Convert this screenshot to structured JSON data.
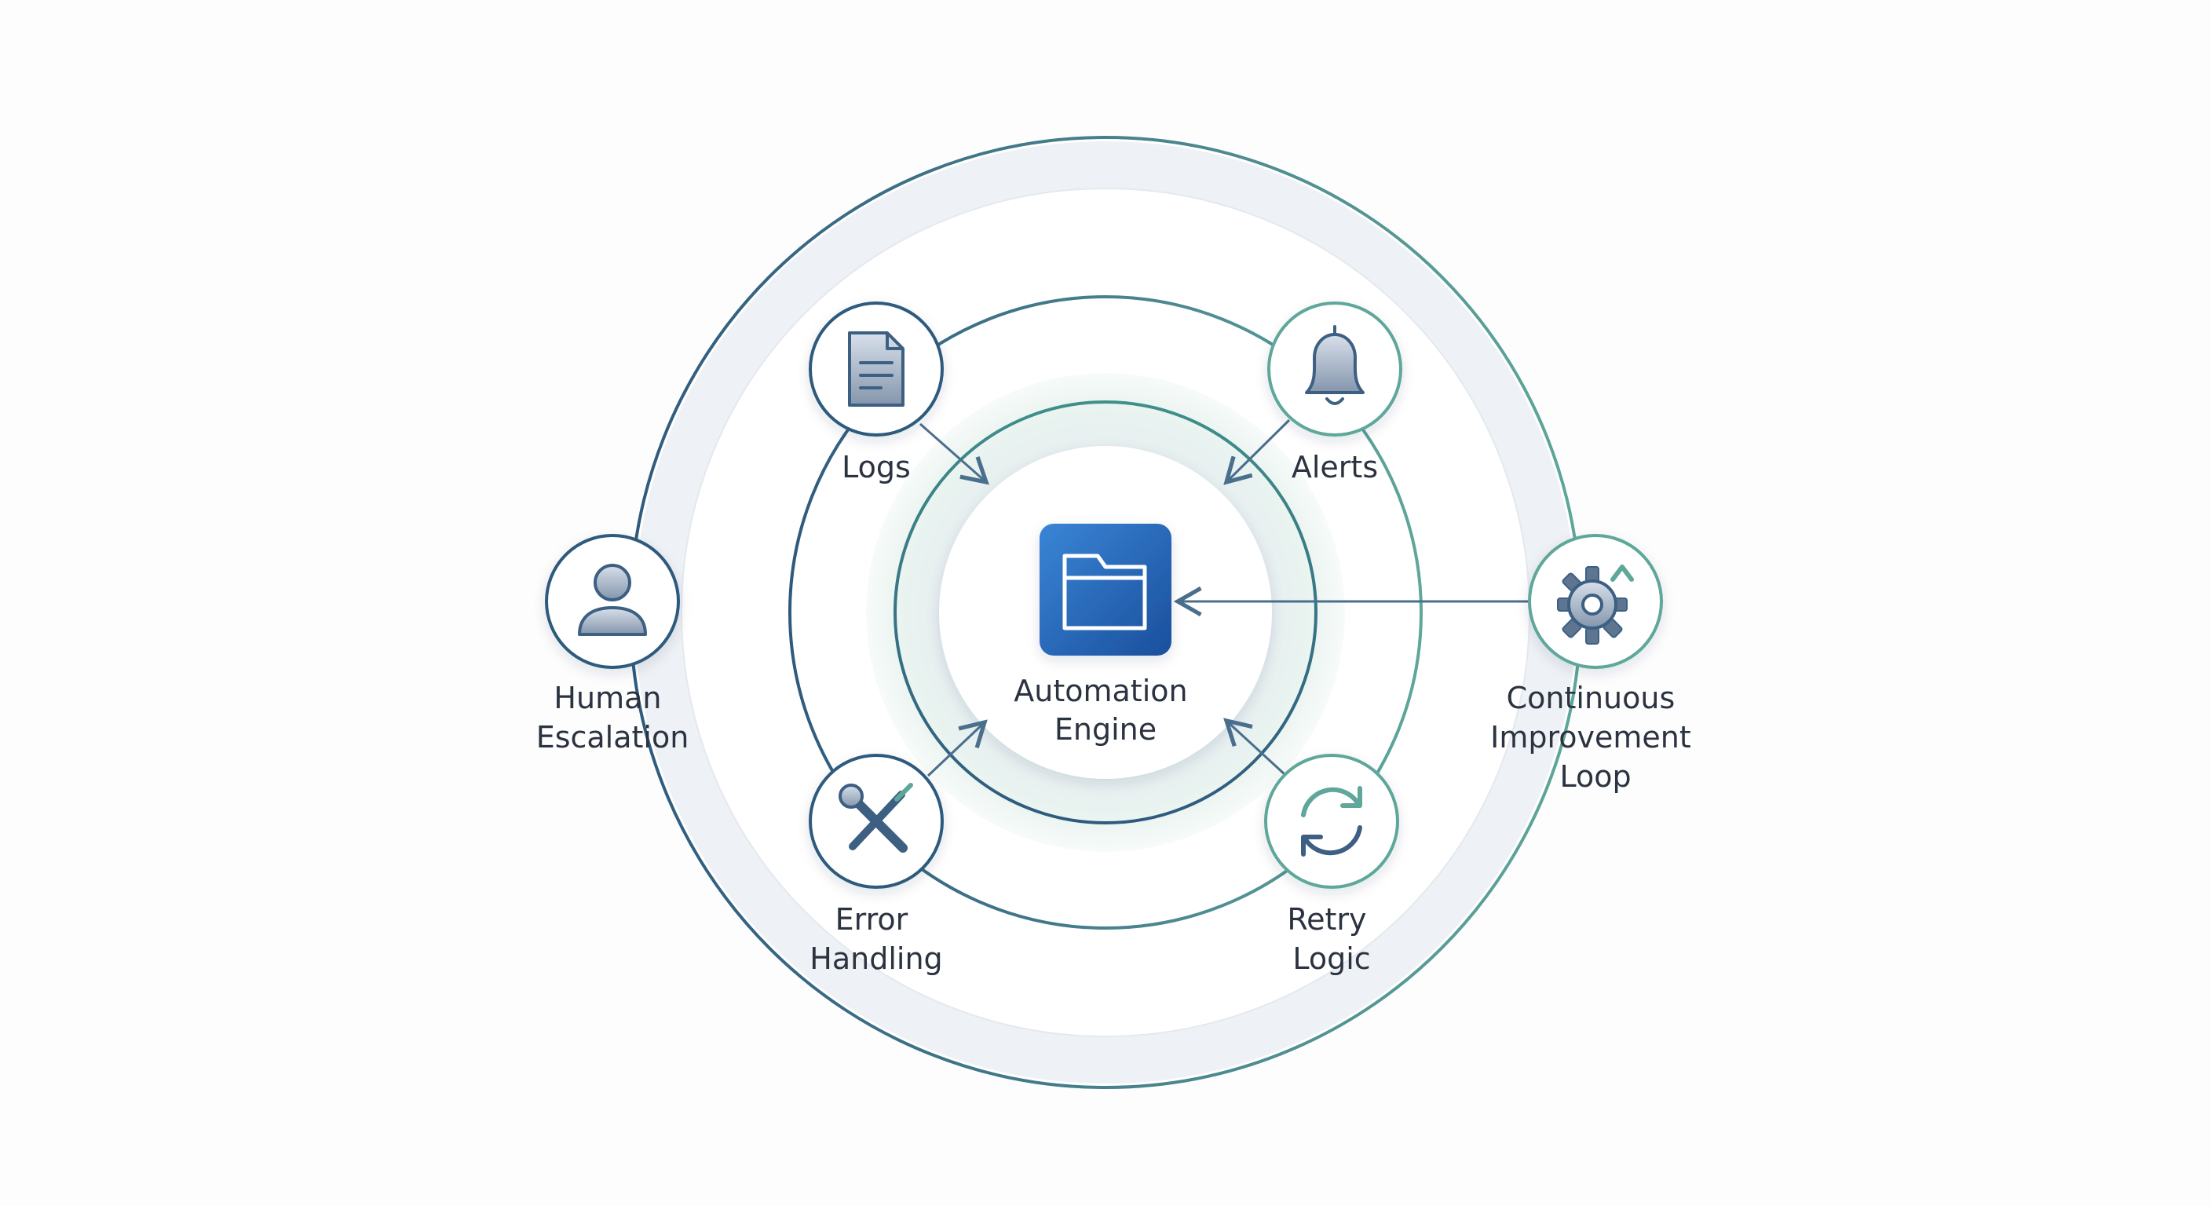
{
  "center": {
    "label_lines": [
      "Automation",
      "Engine"
    ],
    "icon": "folder-icon"
  },
  "nodes": [
    {
      "id": "logs",
      "label_lines": [
        "Logs"
      ],
      "icon": "document-icon"
    },
    {
      "id": "alerts",
      "label_lines": [
        "Alerts"
      ],
      "icon": "bell-icon"
    },
    {
      "id": "human-escalation",
      "label_lines": [
        "Human",
        "Escalation"
      ],
      "icon": "person-icon"
    },
    {
      "id": "continuous-improvement-loop",
      "label_lines": [
        "Continuous",
        "Improvement",
        "Loop"
      ],
      "icon": "gear-arrow-icon"
    },
    {
      "id": "error-handling",
      "label_lines": [
        "Error",
        "Handling"
      ],
      "icon": "wrench-screwdriver-icon"
    },
    {
      "id": "retry-logic",
      "label_lines": [
        "Retry",
        "Logic"
      ],
      "icon": "refresh-icon"
    }
  ],
  "colors": {
    "navy": "#2f5a7e",
    "teal": "#5ea79a",
    "engine_blue": "#1f5fb1",
    "engine_blue_light": "#3a85d6",
    "ring_fill": "#eef1f5",
    "text": "#2b3340"
  }
}
